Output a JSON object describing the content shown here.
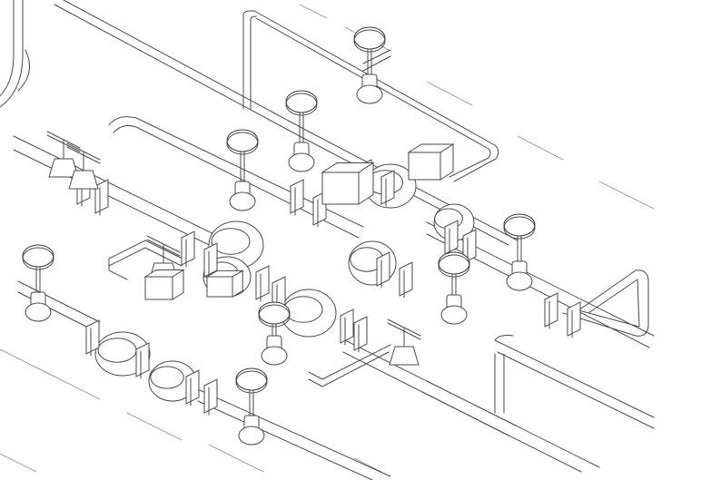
{
  "drawing": {
    "style": "isometric line drawing",
    "line_color": "#4a4a4a",
    "background": "#ffffff"
  },
  "components": {
    "handwheel_valves": 8,
    "tee_handle_valves": 4,
    "strainer_bodies": 4
  }
}
